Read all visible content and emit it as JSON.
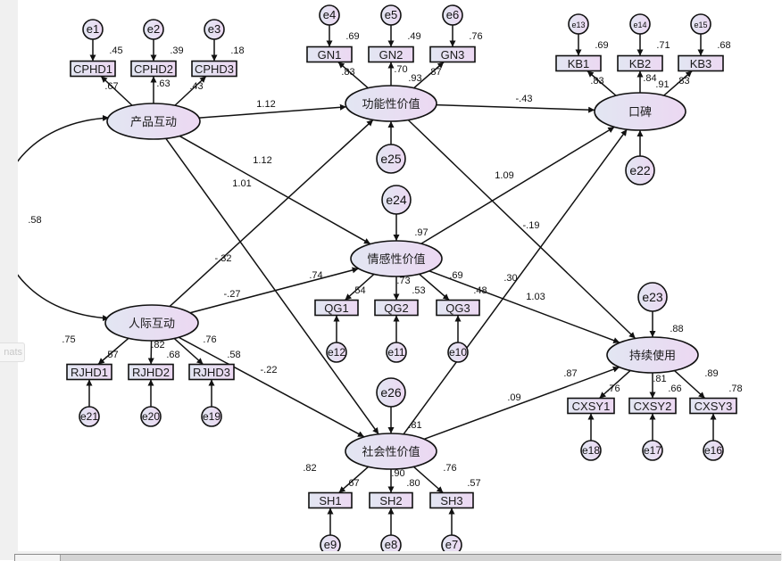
{
  "window": {
    "hint_tab_text": "nats"
  },
  "colors": {
    "node_fill_start": "#e2e6f2",
    "node_fill_end": "#ecd8f2",
    "stroke": "#111111",
    "background": "#ffffff"
  },
  "diagram": {
    "type": "structural-equation-model",
    "latent_variables": [
      {
        "id": "CPHD",
        "label": "产品互动",
        "r2": null
      },
      {
        "id": "RJHD",
        "label": "人际互动",
        "r2": null
      },
      {
        "id": "GN",
        "label": "功能性价值",
        "r2": ".93",
        "error": "e25"
      },
      {
        "id": "QG",
        "label": "情感性价值",
        "r2": ".97",
        "error": "e24"
      },
      {
        "id": "SH",
        "label": "社会性价值",
        "r2": ".81",
        "error": "e26"
      },
      {
        "id": "KB",
        "label": "口碑",
        "r2": ".91",
        "error": "e22"
      },
      {
        "id": "CXSY",
        "label": "持续使用",
        "r2": ".88",
        "error": "e23"
      }
    ],
    "indicators": [
      {
        "id": "CPHD1",
        "label": "CPHD1",
        "latent": "CPHD",
        "loading": ".67",
        "r2": ".45",
        "error": "e1"
      },
      {
        "id": "CPHD2",
        "label": "CPHD2",
        "latent": "CPHD",
        "loading": ".63",
        "r2": ".39",
        "error": "e2"
      },
      {
        "id": "CPHD3",
        "label": "CPHD3",
        "latent": "CPHD",
        "loading": ".43",
        "r2": ".18",
        "error": "e3"
      },
      {
        "id": "GN1",
        "label": "GN1",
        "latent": "GN",
        "loading": ".83",
        "r2": ".69",
        "error": "e4"
      },
      {
        "id": "GN2",
        "label": "GN2",
        "latent": "GN",
        "loading": ".70",
        "r2": ".49",
        "error": "e5"
      },
      {
        "id": "GN3",
        "label": "GN3",
        "latent": "GN",
        "loading": ".87",
        "r2": ".76",
        "error": "e6"
      },
      {
        "id": "KB1",
        "label": "KB1",
        "latent": "KB",
        "loading": ".83",
        "r2": ".69",
        "error": "e13"
      },
      {
        "id": "KB2",
        "label": "KB2",
        "latent": "KB",
        "loading": ".84",
        "r2": ".71",
        "error": "e14"
      },
      {
        "id": "KB3",
        "label": "KB3",
        "latent": "KB",
        "loading": ".83",
        "r2": ".68",
        "error": "e15"
      },
      {
        "id": "QG1",
        "label": "QG1",
        "latent": "QG",
        "loading": ".74",
        "r2": ".54",
        "error": "e12"
      },
      {
        "id": "QG2",
        "label": "QG2",
        "latent": "QG",
        "loading": ".73",
        "r2": ".53",
        "error": "e11"
      },
      {
        "id": "QG3",
        "label": "QG3",
        "latent": "QG",
        "loading": ".69",
        "r2": ".48",
        "error": "e10"
      },
      {
        "id": "RJHD1",
        "label": "RJHD1",
        "latent": "RJHD",
        "loading": ".75",
        "r2": ".57",
        "error": "e21"
      },
      {
        "id": "RJHD2",
        "label": "RJHD2",
        "latent": "RJHD",
        "loading": ".82",
        "r2": ".68",
        "error": "e20"
      },
      {
        "id": "RJHD3",
        "label": "RJHD3",
        "latent": "RJHD",
        "loading": ".76",
        "r2": ".58",
        "error": "e19"
      },
      {
        "id": "SH1",
        "label": "SH1",
        "latent": "SH",
        "loading": ".82",
        "r2": ".67",
        "error": "e9"
      },
      {
        "id": "SH2",
        "label": "SH2",
        "latent": "SH",
        "loading": ".90",
        "r2": ".80",
        "error": "e8"
      },
      {
        "id": "SH3",
        "label": "SH3",
        "latent": "SH",
        "loading": ".76",
        "r2": ".57",
        "error": "e7"
      },
      {
        "id": "CXSY1",
        "label": "CXSY1",
        "latent": "CXSY",
        "loading": ".87",
        "r2": ".76",
        "error": "e18"
      },
      {
        "id": "CXSY2",
        "label": "CXSY2",
        "latent": "CXSY",
        "loading": ".81",
        "r2": ".66",
        "error": "e17"
      },
      {
        "id": "CXSY3",
        "label": "CXSY3",
        "latent": "CXSY",
        "loading": ".89",
        "r2": ".78",
        "error": "e16"
      }
    ],
    "paths": [
      {
        "from": "CPHD",
        "to": "GN",
        "coef": "1.12"
      },
      {
        "from": "CPHD",
        "to": "QG",
        "coef": "1.12"
      },
      {
        "from": "CPHD",
        "to": "SH",
        "coef": "1.01"
      },
      {
        "from": "RJHD",
        "to": "GN",
        "coef": "-.32"
      },
      {
        "from": "RJHD",
        "to": "QG",
        "coef": "-.27"
      },
      {
        "from": "RJHD",
        "to": "SH",
        "coef": "-.22"
      },
      {
        "from": "GN",
        "to": "KB",
        "coef": "-.43"
      },
      {
        "from": "GN",
        "to": "CXSY",
        "coef": "-.19"
      },
      {
        "from": "QG",
        "to": "KB",
        "coef": "1.09"
      },
      {
        "from": "QG",
        "to": "CXSY",
        "coef": "1.03"
      },
      {
        "from": "SH",
        "to": "KB",
        "coef": ".30"
      },
      {
        "from": "SH",
        "to": "CXSY",
        "coef": ".09"
      }
    ],
    "covariances": [
      {
        "a": "CPHD",
        "b": "RJHD",
        "coef": ".58"
      }
    ]
  }
}
